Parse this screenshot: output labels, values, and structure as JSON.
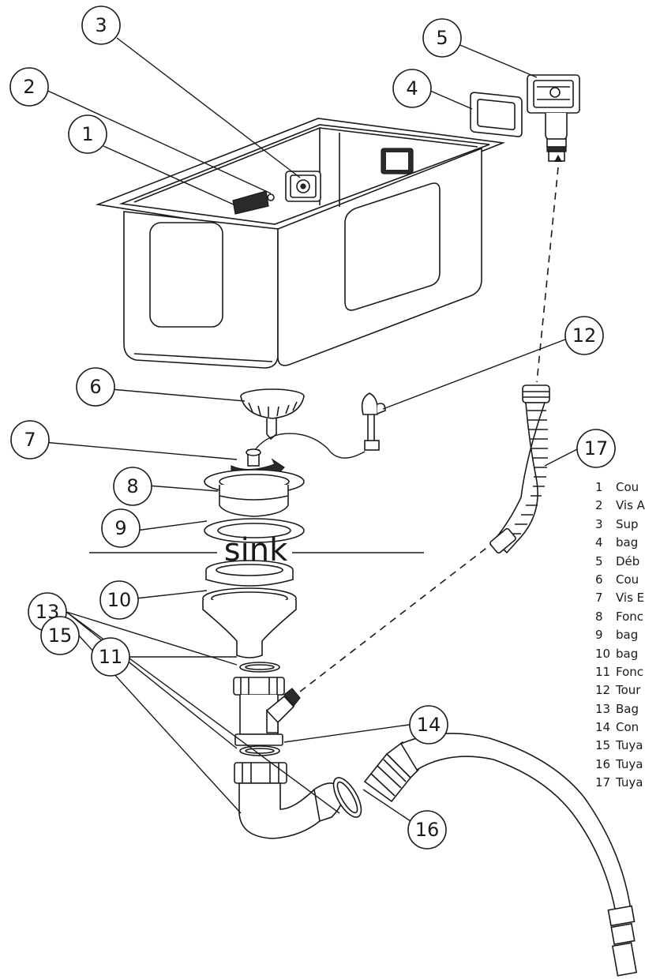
{
  "sink_label": "sink",
  "callouts": [
    "1",
    "2",
    "3",
    "4",
    "5",
    "6",
    "7",
    "8",
    "9",
    "10",
    "11",
    "12",
    "13",
    "14",
    "15",
    "16",
    "17"
  ],
  "legend": [
    {
      "num": "1",
      "label": "Cou"
    },
    {
      "num": "2",
      "label": "Vis A"
    },
    {
      "num": "3",
      "label": "Sup"
    },
    {
      "num": "4",
      "label": "bag"
    },
    {
      "num": "5",
      "label": "Déb"
    },
    {
      "num": "6",
      "label": "Cou"
    },
    {
      "num": "7",
      "label": "Vis E"
    },
    {
      "num": "8",
      "label": "Fonc"
    },
    {
      "num": "9",
      "label": "bag"
    },
    {
      "num": "10",
      "label": "bag"
    },
    {
      "num": "11",
      "label": "Fonc"
    },
    {
      "num": "12",
      "label": "Tour"
    },
    {
      "num": "13",
      "label": "Bag"
    },
    {
      "num": "14",
      "label": "Con"
    },
    {
      "num": "15",
      "label": "Tuya"
    },
    {
      "num": "16",
      "label": "Tuya"
    },
    {
      "num": "17",
      "label": "Tuya"
    }
  ]
}
